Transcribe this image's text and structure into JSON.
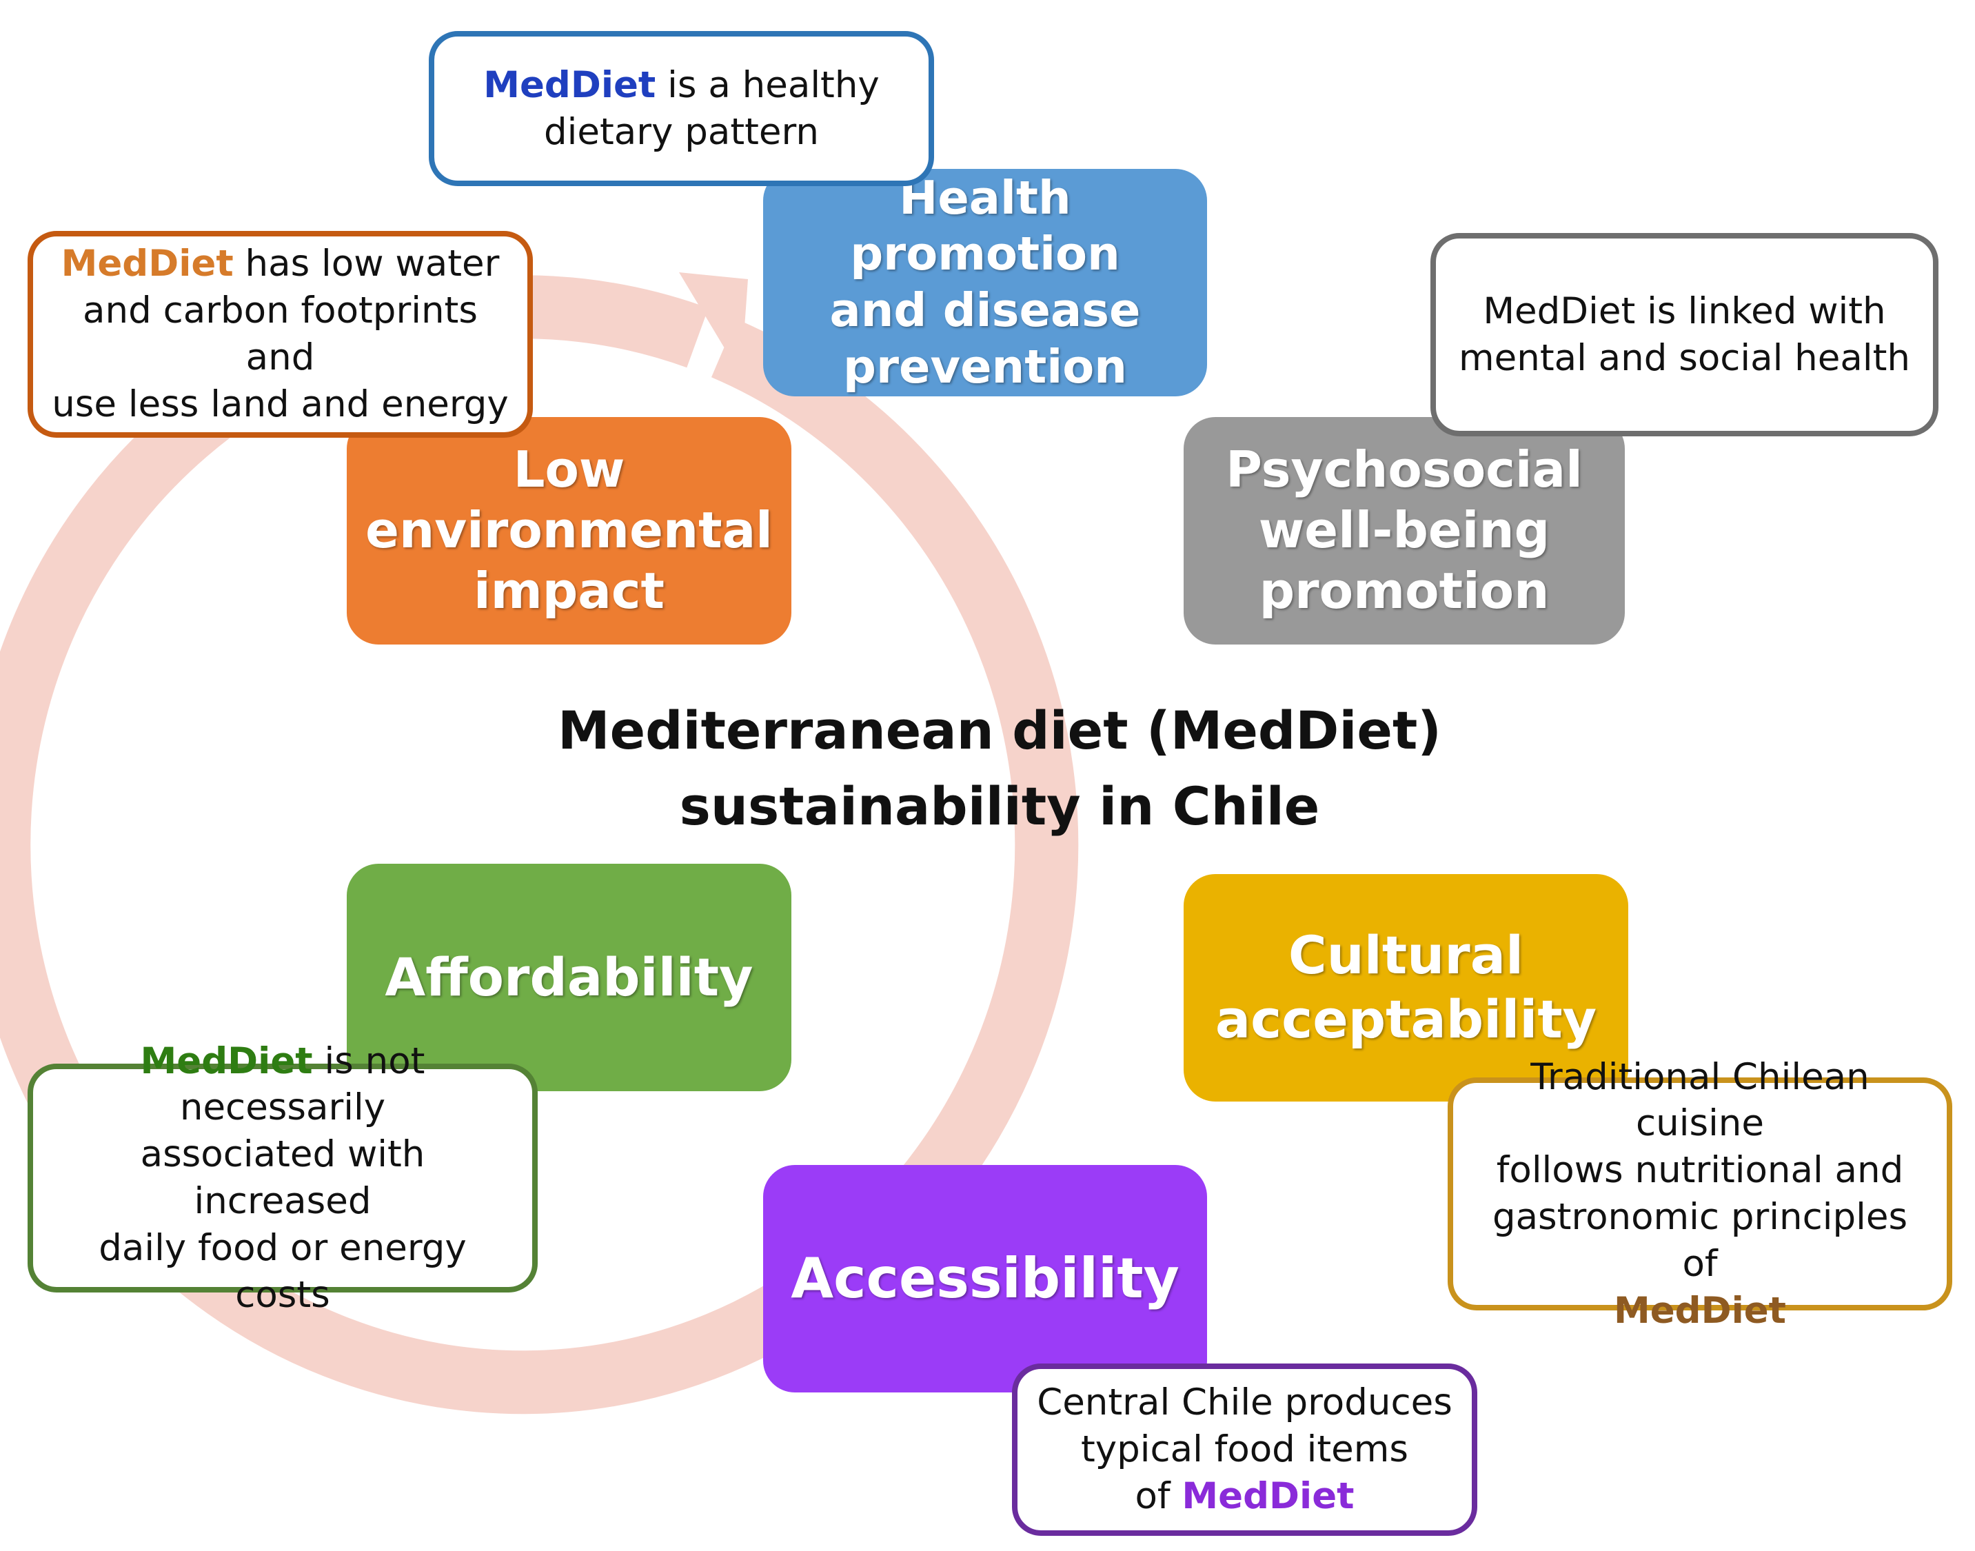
{
  "title": {
    "line1": "Mediterranean diet (MedDiet)",
    "line2": "sustainability in Chile"
  },
  "colors": {
    "ring": "#f6d3cb",
    "health": "#5b9bd5",
    "psychosocial": "#999999",
    "cultural": "#eab200",
    "accessibility": "#9b3cf7",
    "affordability": "#70ad47",
    "environmental": "#ed7d31",
    "note_health_border": "#2e75b6",
    "note_health_keyword": "#1f3fbf",
    "note_psychosocial_border": "#6e6e6e",
    "note_cultural_border": "#c9921c",
    "note_cultural_keyword": "#8e5a22",
    "note_accessibility_border": "#6a2c9e",
    "note_accessibility_keyword": "#8a2bd9",
    "note_affordability_border": "#548235",
    "note_affordability_keyword": "#2e7d12",
    "note_environmental_border": "#c55a11",
    "note_environmental_keyword": "#d67b2a"
  },
  "pillars": {
    "health": {
      "line1": "Health promotion",
      "line2": "and disease",
      "line3": "prevention"
    },
    "psychosocial": {
      "line1": "Psychosocial",
      "line2": "well-being",
      "line3": "promotion"
    },
    "cultural": {
      "line1": "Cultural",
      "line2": "acceptability"
    },
    "accessibility": {
      "label": "Accessibility"
    },
    "affordability": {
      "label": "Affordability"
    },
    "environmental": {
      "line1": "Low",
      "line2": "environmental",
      "line3": "impact"
    }
  },
  "notes": {
    "health": {
      "keyword": "MedDiet",
      "line1_rest": " is a healthy",
      "line2": "dietary pattern"
    },
    "psychosocial": {
      "line1": "MedDiet is linked with",
      "line2": "mental and social health"
    },
    "cultural": {
      "line1": "Traditional Chilean cuisine",
      "line2": "follows nutritional and",
      "line3": "gastronomic principles of",
      "keyword": "MedDiet"
    },
    "accessibility": {
      "line1": "Central Chile produces",
      "line2": "typical food items",
      "line3_pre": "of ",
      "keyword": "MedDiet"
    },
    "affordability": {
      "keyword": "MedDiet",
      "line1_rest": " is not necessarily",
      "line2": "associated with increased",
      "line3": "daily food or energy costs"
    },
    "environmental": {
      "keyword": "MedDiet",
      "line1_rest": " has low water",
      "line2": "and carbon footprints and",
      "line3": "use less land and energy"
    }
  }
}
